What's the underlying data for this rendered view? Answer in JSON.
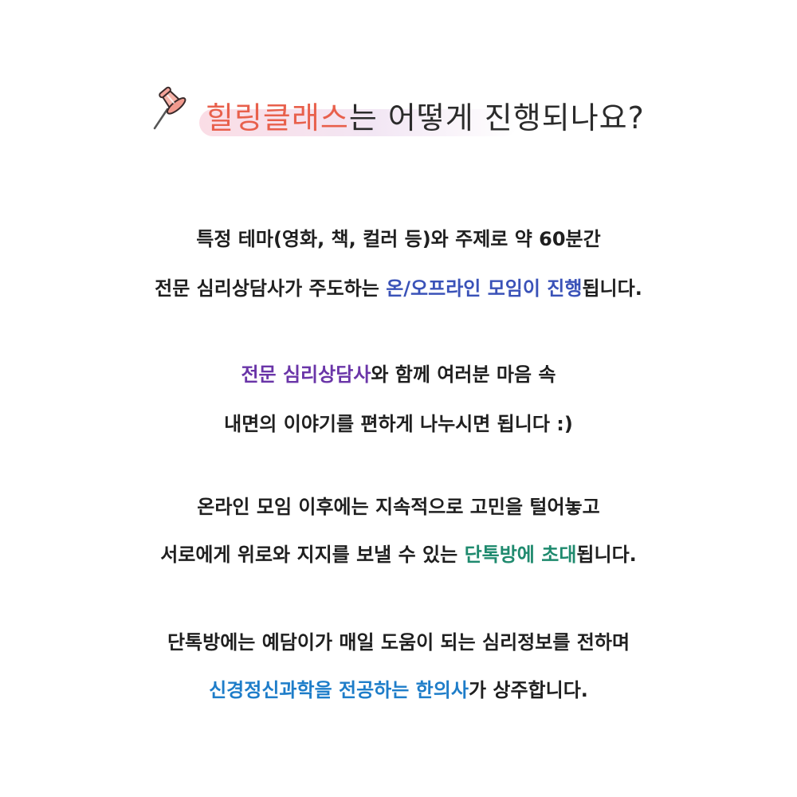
{
  "colors": {
    "title_accent": "#e8604c",
    "blue": "#3a52b8",
    "purple": "#6a35a8",
    "teal": "#1f8a6e",
    "sky": "#1e7dc9"
  },
  "header": {
    "icon": "pushpin-icon",
    "title_accent": "힐링클래스",
    "title_rest": "는 어떻게 진행되나요?"
  },
  "p1": {
    "line1": "특정 테마(영화, 책, 컬러 등)와 주제로 약 60분간",
    "line2_a": "전문 심리상담사가 주도하는 ",
    "line2_b": "온/오프라인 모임이 진행",
    "line2_c": "됩니다."
  },
  "p2": {
    "line1_a": "전문 심리상담사",
    "line1_b": "와 함께 여러분 마음 속",
    "line2": "내면의 이야기를 편하게 나누시면 됩니다 :)"
  },
  "p3": {
    "line1": "온라인 모임 이후에는 지속적으로 고민을 털어놓고",
    "line2_a": "서로에게 위로와 지지를 보낼 수 있는 ",
    "line2_b": "단톡방에 초대",
    "line2_c": "됩니다."
  },
  "p4": {
    "line1": "단톡방에는 예담이가 매일 도움이 되는 심리정보를 전하며",
    "line2_a": "신경정신과학을 전공하는 한의사",
    "line2_b": "가 상주합니다."
  }
}
